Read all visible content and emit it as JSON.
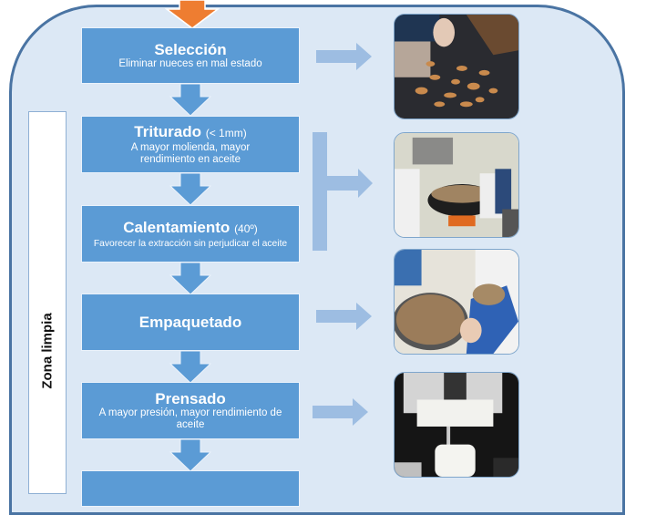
{
  "diagram": {
    "zone_label": "Zona limpia",
    "colors": {
      "panel_fill": "#dce8f5",
      "panel_border": "#4a74a3",
      "step_fill": "#5b9bd5",
      "arrow_light": "#9dbde2",
      "entry_arrow": "#ee7d31"
    },
    "steps": [
      {
        "title": "Selección",
        "note": "",
        "description": "Eliminar nueces en mal estado"
      },
      {
        "title": "Triturado",
        "note": "(< 1mm)",
        "description": "A mayor molienda, mayor rendimiento en aceite"
      },
      {
        "title": "Calentamiento",
        "note": "(40º)",
        "description": "Favorecer la extracción sin perjudicar el aceite"
      },
      {
        "title": "Empaquetado",
        "note": "",
        "description": ""
      },
      {
        "title": "Prensado",
        "note": "",
        "description": "A mayor presión, mayor rendimiento de aceite"
      }
    ],
    "photos": [
      {
        "subject": "hands sorting walnuts on a dark tray",
        "icon": "photo-walnut-selection"
      },
      {
        "subject": "grinding and heating walnut paste in a machine",
        "icon": "photo-grinding-heating"
      },
      {
        "subject": "ground walnut paste in bowl and scoop",
        "icon": "photo-packaging"
      },
      {
        "subject": "press with white collection jar",
        "icon": "photo-press"
      }
    ]
  }
}
